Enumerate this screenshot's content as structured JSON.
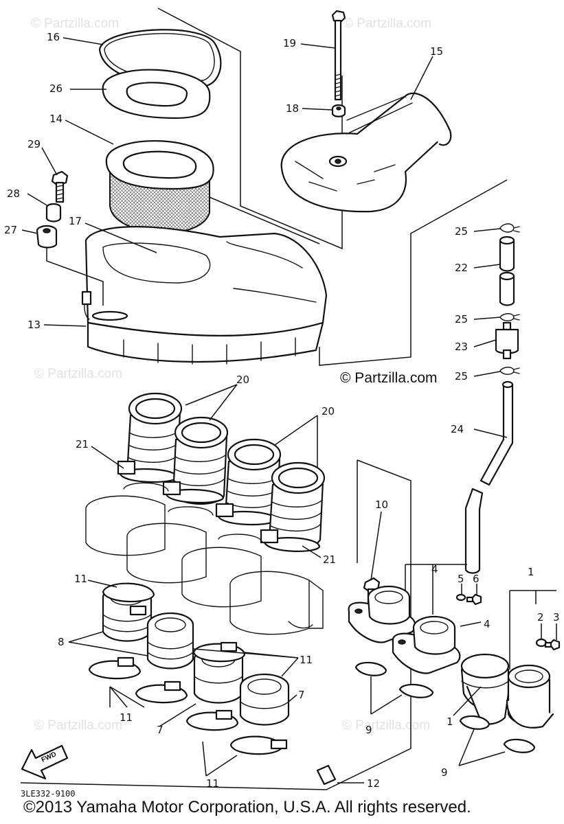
{
  "watermarks": {
    "tl": "© Partzilla.com",
    "tr": "© Partzilla.com",
    "ml": "© Partzilla.com",
    "main": "© Partzilla.com",
    "bl": "© Partzilla.com",
    "br": "© Partzilla.com"
  },
  "callouts": {
    "c1a": "1",
    "c1b": "1",
    "c2": "2",
    "c3": "3",
    "c4a": "4",
    "c4b": "4",
    "c5": "5",
    "c6": "6",
    "c7a": "7",
    "c7b": "7",
    "c8": "8",
    "c9a": "9",
    "c9b": "9",
    "c10": "10",
    "c11a": "11",
    "c11b": "11",
    "c11c": "11",
    "c11d": "11",
    "c12": "12",
    "c13": "13",
    "c14": "14",
    "c15": "15",
    "c16": "16",
    "c17": "17",
    "c18": "18",
    "c19": "19",
    "c20a": "20",
    "c20b": "20",
    "c21a": "21",
    "c21b": "21",
    "c22": "22",
    "c23": "23",
    "c24": "24",
    "c25a": "25",
    "c25b": "25",
    "c25c": "25",
    "c26": "26",
    "c27": "27",
    "c28": "28",
    "c29": "29"
  },
  "fwd_label": "FWD",
  "drawing_number": "3LE332-9100",
  "copyright": "©2013 Yamaha Motor Corporation, U.S.A. All rights reserved."
}
